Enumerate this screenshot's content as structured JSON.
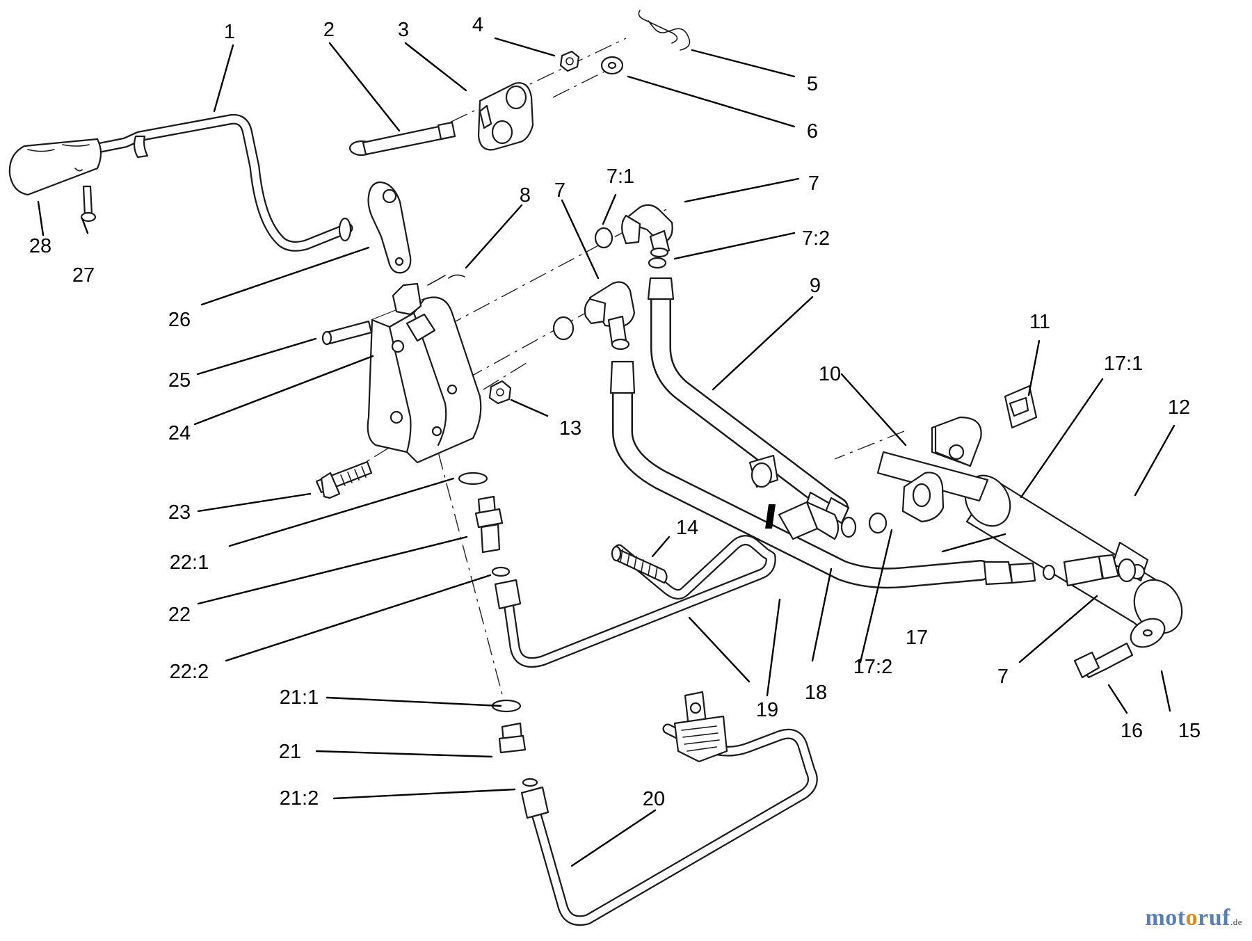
{
  "callouts": [
    {
      "id": "c1",
      "text": "1"
    },
    {
      "id": "c2",
      "text": "2"
    },
    {
      "id": "c3",
      "text": "3"
    },
    {
      "id": "c4",
      "text": "4"
    },
    {
      "id": "c5",
      "text": "5"
    },
    {
      "id": "c6",
      "text": "6"
    },
    {
      "id": "c7a",
      "text": "7:1"
    },
    {
      "id": "c7b",
      "text": "7"
    },
    {
      "id": "c7c",
      "text": "7"
    },
    {
      "id": "c7d",
      "text": "7:2"
    },
    {
      "id": "c8",
      "text": "8"
    },
    {
      "id": "c9",
      "text": "9"
    },
    {
      "id": "c10",
      "text": "10"
    },
    {
      "id": "c11",
      "text": "11"
    },
    {
      "id": "c17a",
      "text": "17:1"
    },
    {
      "id": "c12",
      "text": "12"
    },
    {
      "id": "c13",
      "text": "13"
    },
    {
      "id": "c14",
      "text": "14"
    },
    {
      "id": "c17",
      "text": "17"
    },
    {
      "id": "c7e",
      "text": "7"
    },
    {
      "id": "c15",
      "text": "15"
    },
    {
      "id": "c16",
      "text": "16"
    },
    {
      "id": "c17b",
      "text": "17:2"
    },
    {
      "id": "c18",
      "text": "18"
    },
    {
      "id": "c19",
      "text": "19"
    },
    {
      "id": "c20",
      "text": "20"
    },
    {
      "id": "c21a",
      "text": "21:1"
    },
    {
      "id": "c21",
      "text": "21"
    },
    {
      "id": "c21b",
      "text": "21:2"
    },
    {
      "id": "c22a",
      "text": "22:1"
    },
    {
      "id": "c22",
      "text": "22"
    },
    {
      "id": "c22b",
      "text": "22:2"
    },
    {
      "id": "c23",
      "text": "23"
    },
    {
      "id": "c24",
      "text": "24"
    },
    {
      "id": "c25",
      "text": "25"
    },
    {
      "id": "c26",
      "text": "26"
    },
    {
      "id": "c27",
      "text": "27"
    },
    {
      "id": "c28",
      "text": "28"
    }
  ],
  "watermark": {
    "part1": "mot",
    "part2": "o",
    "part3": "ruf",
    "part4": ".de"
  },
  "colors": {
    "line": "#1a1a1a",
    "watermark_blue": "#5b7fb3",
    "watermark_orange": "#d98b1e"
  }
}
